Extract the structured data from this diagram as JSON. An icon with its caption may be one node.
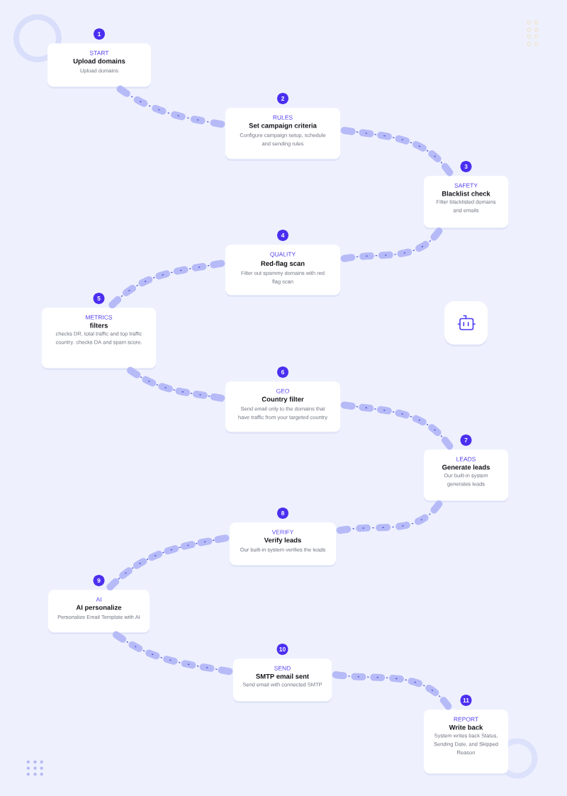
{
  "diagram": {
    "nodes": [
      {
        "text": [
          "START",
          "Upload domains",
          "Upload domains"
        ],
        "beside": [
          "1"
        ]
      },
      {
        "text": [
          "RULES",
          "Set campaign criteria",
          "Configure campaign setup, schedule and sending rules"
        ],
        "beside": [
          "2"
        ]
      },
      {
        "text": [
          "SAFETY",
          "Blacklist check",
          "Filter blacklisted domains and emails"
        ],
        "beside": [
          "3"
        ]
      },
      {
        "text": [
          "QUALITY",
          "Red-flag scan",
          "Filter out spammy domains with red flag scan"
        ],
        "beside": [
          "4"
        ]
      },
      {
        "text": [
          "METRICS",
          "filters",
          "checks DR, total traffic and top traffic country. checks DA and spam score."
        ],
        "beside": [
          "5"
        ]
      },
      {
        "text": [
          "GEO",
          "Country filter",
          "Send email only to the domains that have traffic from your targeted country"
        ],
        "beside": [
          "6"
        ]
      },
      {
        "text": [
          "LEADS",
          "Generate leads",
          "Our built-in system generates leads"
        ],
        "beside": [
          "7"
        ]
      },
      {
        "text": [
          "VERIFY",
          "Verify leads",
          "Our built-in system verifies the leads"
        ],
        "beside": [
          "8"
        ]
      },
      {
        "text": [
          "AI",
          "AI personalize",
          "Personalize Email Template with AI"
        ],
        "beside": [
          "9"
        ]
      },
      {
        "text": [
          "SEND",
          "SMTP email sent",
          "Send email with connected SMTP"
        ],
        "beside": [
          "10"
        ]
      },
      {
        "text": [
          "REPORT",
          "Write back",
          "System writes back Status, Sending Date, and Skipped Reason"
        ],
        "beside": [
          "11"
        ]
      }
    ],
    "edges": [
      {
        "from": 0,
        "to": 1,
        "arrow": "none",
        "style": "dashed"
      },
      {
        "from": 1,
        "to": 2,
        "arrow": "none",
        "style": "dashed"
      },
      {
        "from": 2,
        "to": 3,
        "arrow": "none",
        "style": "dashed"
      },
      {
        "from": 3,
        "to": 4,
        "arrow": "none",
        "style": "dashed"
      },
      {
        "from": 4,
        "to": 5,
        "arrow": "none",
        "style": "dashed"
      },
      {
        "from": 5,
        "to": 6,
        "arrow": "none",
        "style": "dashed"
      },
      {
        "from": 6,
        "to": 7,
        "arrow": "none",
        "style": "dashed"
      },
      {
        "from": 7,
        "to": 8,
        "arrow": "none",
        "style": "dashed"
      },
      {
        "from": 8,
        "to": 9,
        "arrow": "none",
        "style": "dashed"
      },
      {
        "from": 9,
        "to": 10,
        "arrow": "none",
        "style": "dashed"
      }
    ]
  }
}
